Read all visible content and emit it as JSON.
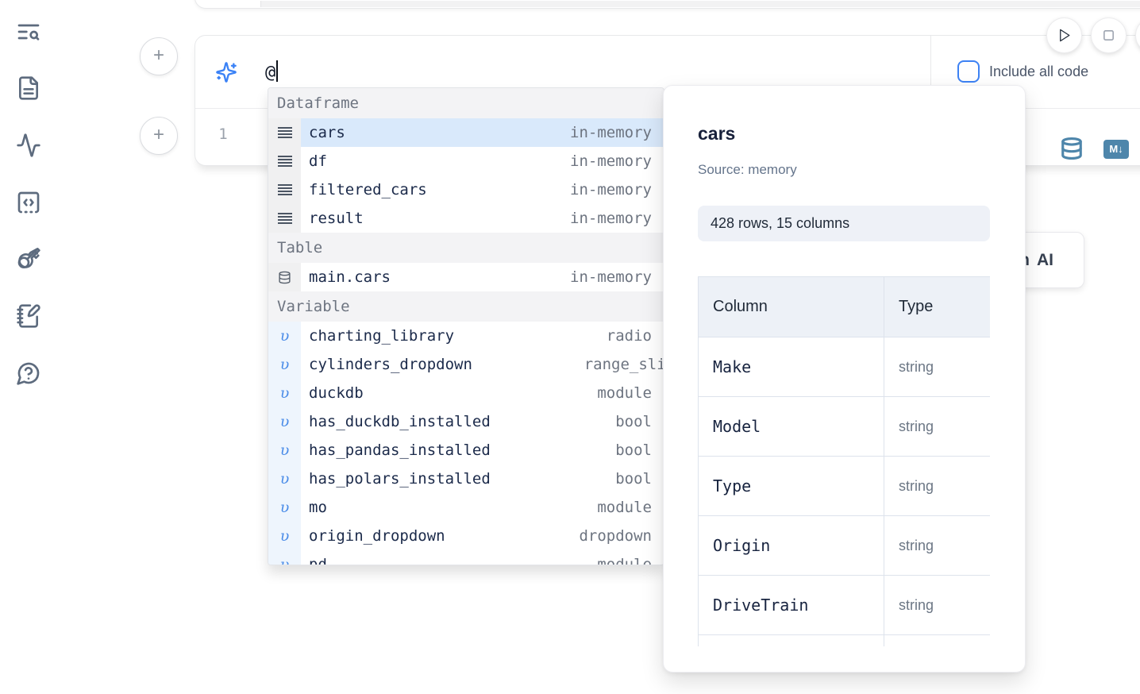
{
  "sidebar": {
    "icons": [
      {
        "name": "toc-search"
      },
      {
        "name": "file"
      },
      {
        "name": "activity"
      },
      {
        "name": "snippets"
      },
      {
        "name": "keys"
      },
      {
        "name": "scratchpad"
      },
      {
        "name": "help"
      }
    ]
  },
  "controls": {
    "add_cell_label": "+"
  },
  "toolbar": {
    "run_icon": "play",
    "stop_icon": "stop"
  },
  "ai_panel": {
    "prompt_value": "@",
    "include_all_code_label": "Include all code"
  },
  "editor": {
    "line_number": "1"
  },
  "cell_actions": {
    "markdown_badge": "M↓"
  },
  "icons": {
    "variable_glyph": "υ"
  },
  "autocomplete": {
    "sections": [
      {
        "label": "Dataframe",
        "items": [
          {
            "name": "cars",
            "type": "in-memory",
            "selected": true
          },
          {
            "name": "df",
            "type": "in-memory"
          },
          {
            "name": "filtered_cars",
            "type": "in-memory"
          },
          {
            "name": "result",
            "type": "in-memory"
          }
        ]
      },
      {
        "label": "Table",
        "items": [
          {
            "name": "main.cars",
            "type": "in-memory"
          }
        ]
      },
      {
        "label": "Variable",
        "items": [
          {
            "name": "charting_library",
            "type": "radio"
          },
          {
            "name": "cylinders_dropdown",
            "type": "range_slider"
          },
          {
            "name": "duckdb",
            "type": "module"
          },
          {
            "name": "has_duckdb_installed",
            "type": "bool"
          },
          {
            "name": "has_pandas_installed",
            "type": "bool"
          },
          {
            "name": "has_polars_installed",
            "type": "bool"
          },
          {
            "name": "mo",
            "type": "module"
          },
          {
            "name": "origin_dropdown",
            "type": "dropdown"
          },
          {
            "name": "pd",
            "type": "module"
          }
        ]
      }
    ]
  },
  "preview": {
    "title": "cars",
    "source": "Source: memory",
    "shape": "428 rows, 15 columns",
    "table": {
      "headers": [
        "Column",
        "Type"
      ],
      "rows": [
        {
          "column": "Make",
          "type": "string"
        },
        {
          "column": "Model",
          "type": "string"
        },
        {
          "column": "Type",
          "type": "string"
        },
        {
          "column": "Origin",
          "type": "string"
        },
        {
          "column": "DriveTrain",
          "type": "string"
        }
      ]
    }
  },
  "ai_button": {
    "clipped_text": "h",
    "label": "AI"
  }
}
